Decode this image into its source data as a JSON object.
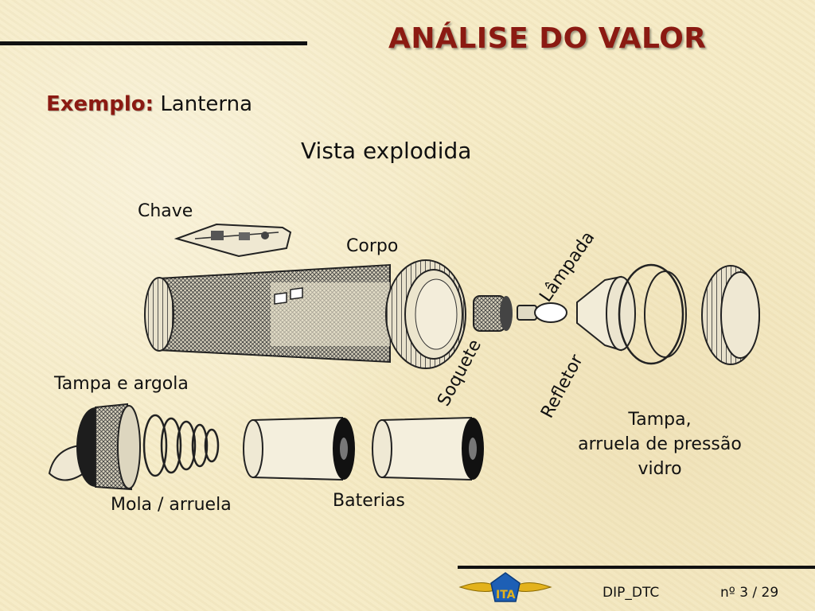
{
  "slide": {
    "title": "ANÁLISE DO VALOR",
    "example_label": "Exemplo:",
    "example_value": "Lanterna",
    "subtitle": "Vista explodida"
  },
  "labels": {
    "chave": "Chave",
    "corpo": "Corpo",
    "lampada": "Lâmpada",
    "soquete": "Soquete",
    "refletor": "Refletor",
    "tampa_argola": "Tampa e argola",
    "tampa_line1": "Tampa,",
    "tampa_line2": "arruela de pressão",
    "tampa_line3": "vidro",
    "mola": "Mola / arruela",
    "baterias": "Baterias"
  },
  "footer": {
    "logo_text": "ITA",
    "course": "DIP_DTC",
    "page": "nº 3 / 29"
  },
  "colors": {
    "background": "#f5ebc6",
    "title": "#8b1a12",
    "line": "#111111",
    "logo_blue": "#1d5fb5",
    "logo_gold": "#e3b21c"
  }
}
